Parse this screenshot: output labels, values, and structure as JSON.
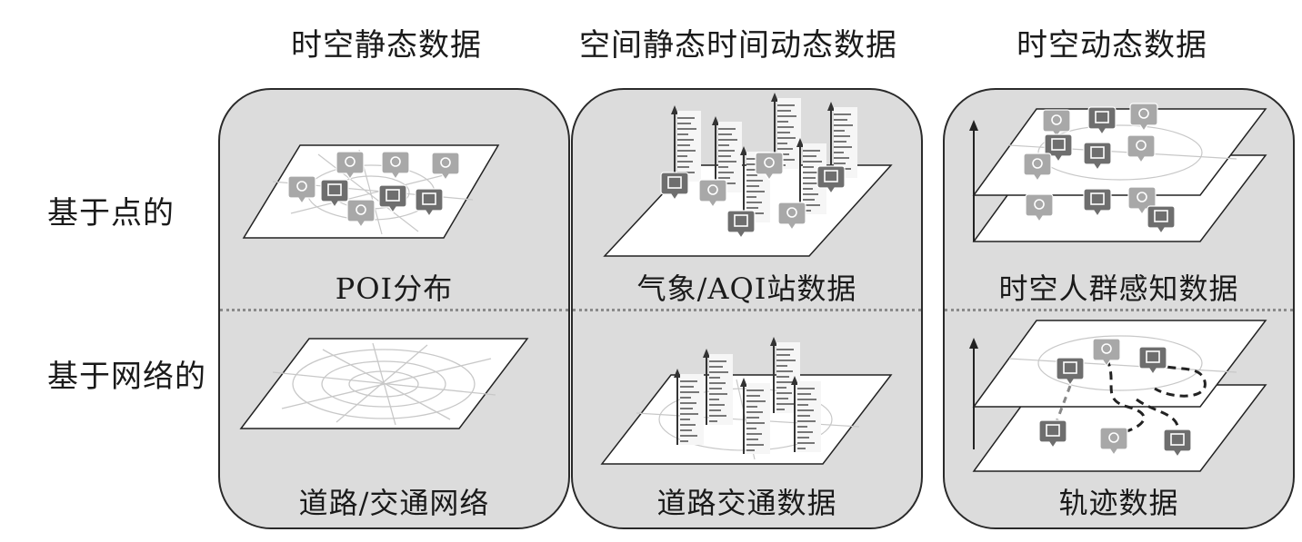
{
  "columns": [
    {
      "title": "时空静态数据"
    },
    {
      "title": "空间静态时间动态数据"
    },
    {
      "title": "时空动态数据"
    }
  ],
  "rows": [
    {
      "label": "基于点的"
    },
    {
      "label": "基于网络的"
    }
  ],
  "cells": {
    "static_point": "POI分布",
    "static_network": "道路/交通网络",
    "semi_point": "气象/AQI站数据",
    "semi_network": "道路交通数据",
    "dynamic_point": "时空人群感知数据",
    "dynamic_network": "轨迹数据"
  },
  "colors": {
    "panel": "#dcdcdc",
    "border": "#2a2a2a",
    "divider": "#8a8a8a",
    "marker": "#6e6e6e",
    "marker_light": "#a8a8a8",
    "road": "#c8c8c8"
  },
  "icons": [
    "station-marker-icon",
    "temperature-marker-icon",
    "wind-marker-icon",
    "person-marker-icon",
    "car-marker-icon",
    "train-marker-icon",
    "ship-marker-icon",
    "flower-marker-icon"
  ]
}
